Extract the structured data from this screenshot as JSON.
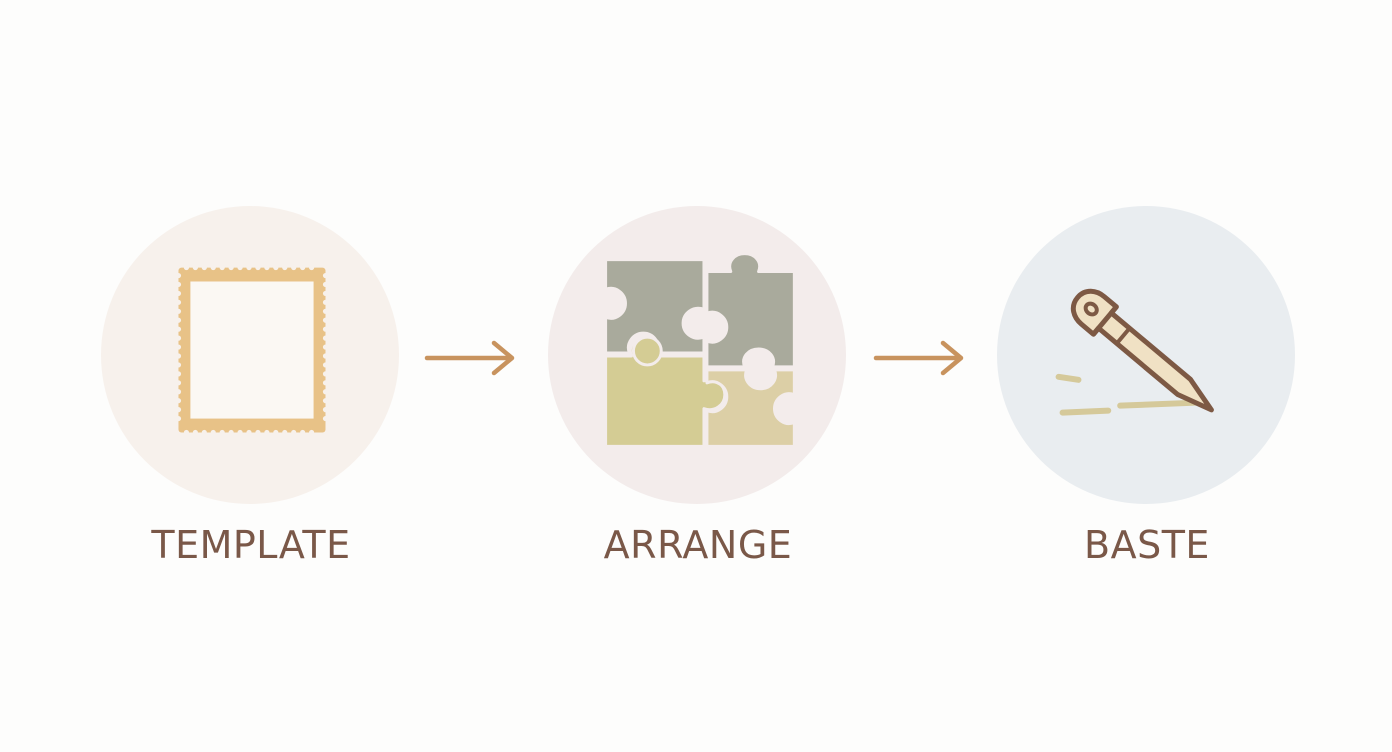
{
  "colors": {
    "background": "#fdfdfc",
    "label_text": "#7a5848",
    "arrow": "#c8935e",
    "circle_template": "#f7f1ec",
    "circle_arrange": "#f3eceb",
    "circle_baste": "#e9edf0",
    "stamp_frame": "#e8c287",
    "puzzle_gray": "#a9aa9c",
    "puzzle_olive": "#d4cc94",
    "puzzle_light": "#dccfa6",
    "needle_outline": "#7d5944",
    "needle_fill": "#f0e1c4",
    "stitch": "#d5c99a"
  },
  "steps": [
    {
      "label": "TEMPLATE",
      "icon": "stamp-frame-icon"
    },
    {
      "label": "ARRANGE",
      "icon": "puzzle-pieces-icon"
    },
    {
      "label": "BASTE",
      "icon": "needle-icon"
    }
  ],
  "connectors": [
    {
      "icon": "arrow-right-icon"
    },
    {
      "icon": "arrow-right-icon"
    }
  ]
}
